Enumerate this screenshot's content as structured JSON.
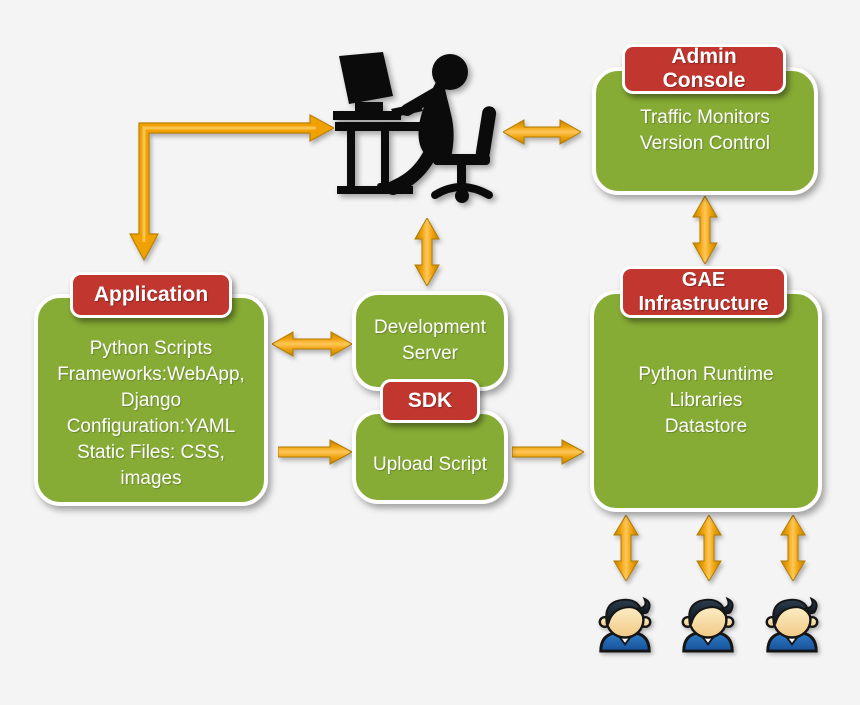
{
  "diagram": {
    "title_implied": "",
    "application": {
      "badge_lines": [
        "Application"
      ],
      "body_lines": [
        "Python Scripts",
        "Frameworks:WebApp,",
        "Django",
        "Configuration:YAML",
        "Static Files: CSS,",
        "images"
      ]
    },
    "development_server": {
      "body_lines": [
        "Development",
        "Server"
      ]
    },
    "sdk": {
      "badge_lines": [
        "SDK"
      ]
    },
    "upload_script": {
      "body_lines": [
        "Upload Script"
      ]
    },
    "admin_console": {
      "badge_lines": [
        "Admin",
        "Console"
      ],
      "body_lines": [
        "Traffic Monitors",
        "Version Control"
      ]
    },
    "gae_infrastructure": {
      "badge_lines": [
        "GAE",
        "Infrastructure"
      ],
      "body_lines": [
        "Python Runtime",
        "Libraries",
        "Datastore"
      ]
    },
    "icons": {
      "developer": "developer-at-desk-icon",
      "user": "end-user-icon",
      "user_count": 3
    },
    "colors": {
      "box_green": "#86ac35",
      "badge_red": "#c1362f",
      "arrow_orange": "#f0a202",
      "text_white": "#ffffff",
      "background": "#f4f4f5"
    }
  }
}
